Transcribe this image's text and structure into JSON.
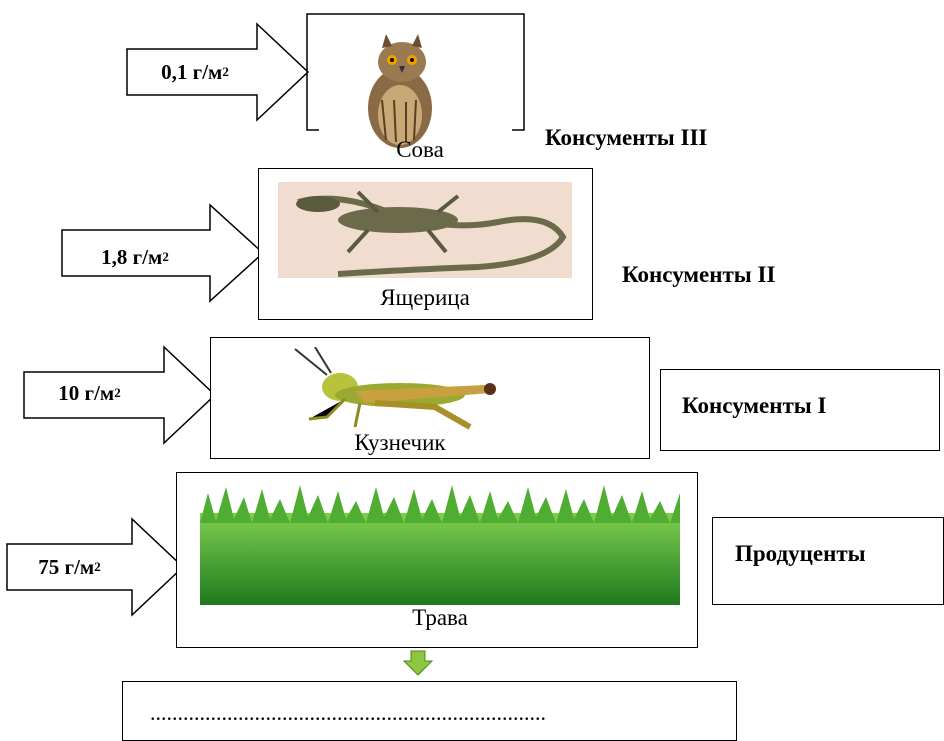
{
  "levels": [
    {
      "mass": "0,1 г/м",
      "mass_sup": "2",
      "organism": "Сова",
      "level": "Консументы III",
      "icon": "owl-icon"
    },
    {
      "mass": "1,8 г/м",
      "mass_sup": "2",
      "organism": "Ящерица",
      "level": "Консументы II",
      "icon": "lizard-icon"
    },
    {
      "mass": "10 г/м",
      "mass_sup": "2",
      "organism": "Кузнечик",
      "level": "Консументы I",
      "icon": "grasshopper-icon"
    },
    {
      "mass": "75 г/м",
      "mass_sup": "2",
      "organism": "Трава",
      "level": "Продуценты",
      "icon": "grass-icon"
    }
  ],
  "bottom_box": {
    "text": "........................................................................"
  },
  "colors": {
    "grass": "#3a9a2a",
    "down_arrow": "#8dc63f",
    "lizard": "#6b6a4a",
    "owl": "#8a6a44"
  }
}
